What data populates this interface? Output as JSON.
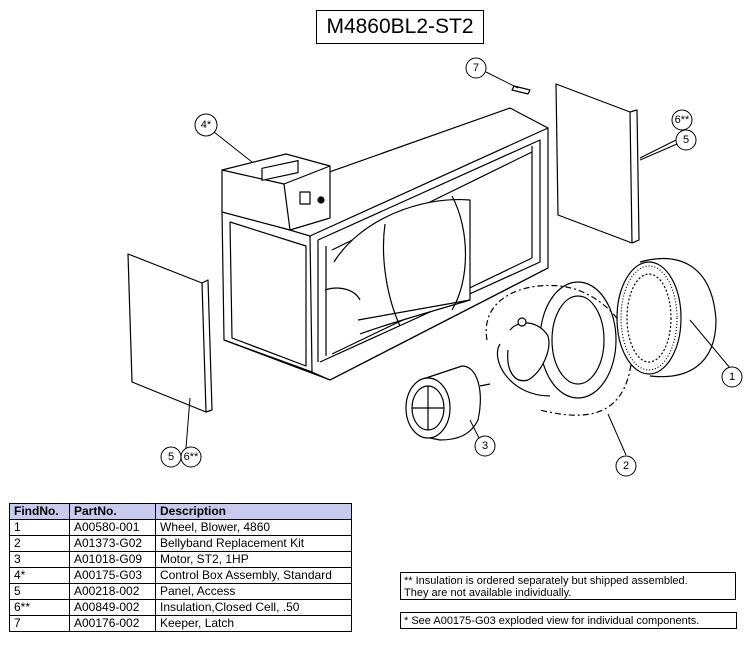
{
  "title": "M4860BL2-ST2",
  "callouts": {
    "c1": "1",
    "c2": "2",
    "c3": "3",
    "c4": "4*",
    "c5a": "5",
    "c5b": "5",
    "c6a": "6**",
    "c6b": "6**",
    "c7": "7"
  },
  "table": {
    "headers": [
      "FindNo.",
      "PartNo.",
      "Description"
    ],
    "rows": [
      {
        "find": "1",
        "part": "A00580-001",
        "desc": "Wheel, Blower, 4860"
      },
      {
        "find": "2",
        "part": "A01373-G02",
        "desc": "Bellyband Replacement Kit"
      },
      {
        "find": "3",
        "part": "A01018-G09",
        "desc": "Motor, ST2, 1HP"
      },
      {
        "find": "4*",
        "part": "A00175-G03",
        "desc": "Control Box Assembly, Standard"
      },
      {
        "find": "5",
        "part": "A00218-002",
        "desc": "Panel, Access"
      },
      {
        "find": "6**",
        "part": "A00849-002",
        "desc": "Insulation,Closed Cell, .50"
      },
      {
        "find": "7",
        "part": "A00176-002",
        "desc": "Keeper, Latch"
      }
    ]
  },
  "notes": {
    "insulation_line1": "** Insulation is ordered separately but shipped assembled.",
    "insulation_line2": "They are not available individually.",
    "control_box": "* See A00175-G03 exploded view for individual components."
  }
}
